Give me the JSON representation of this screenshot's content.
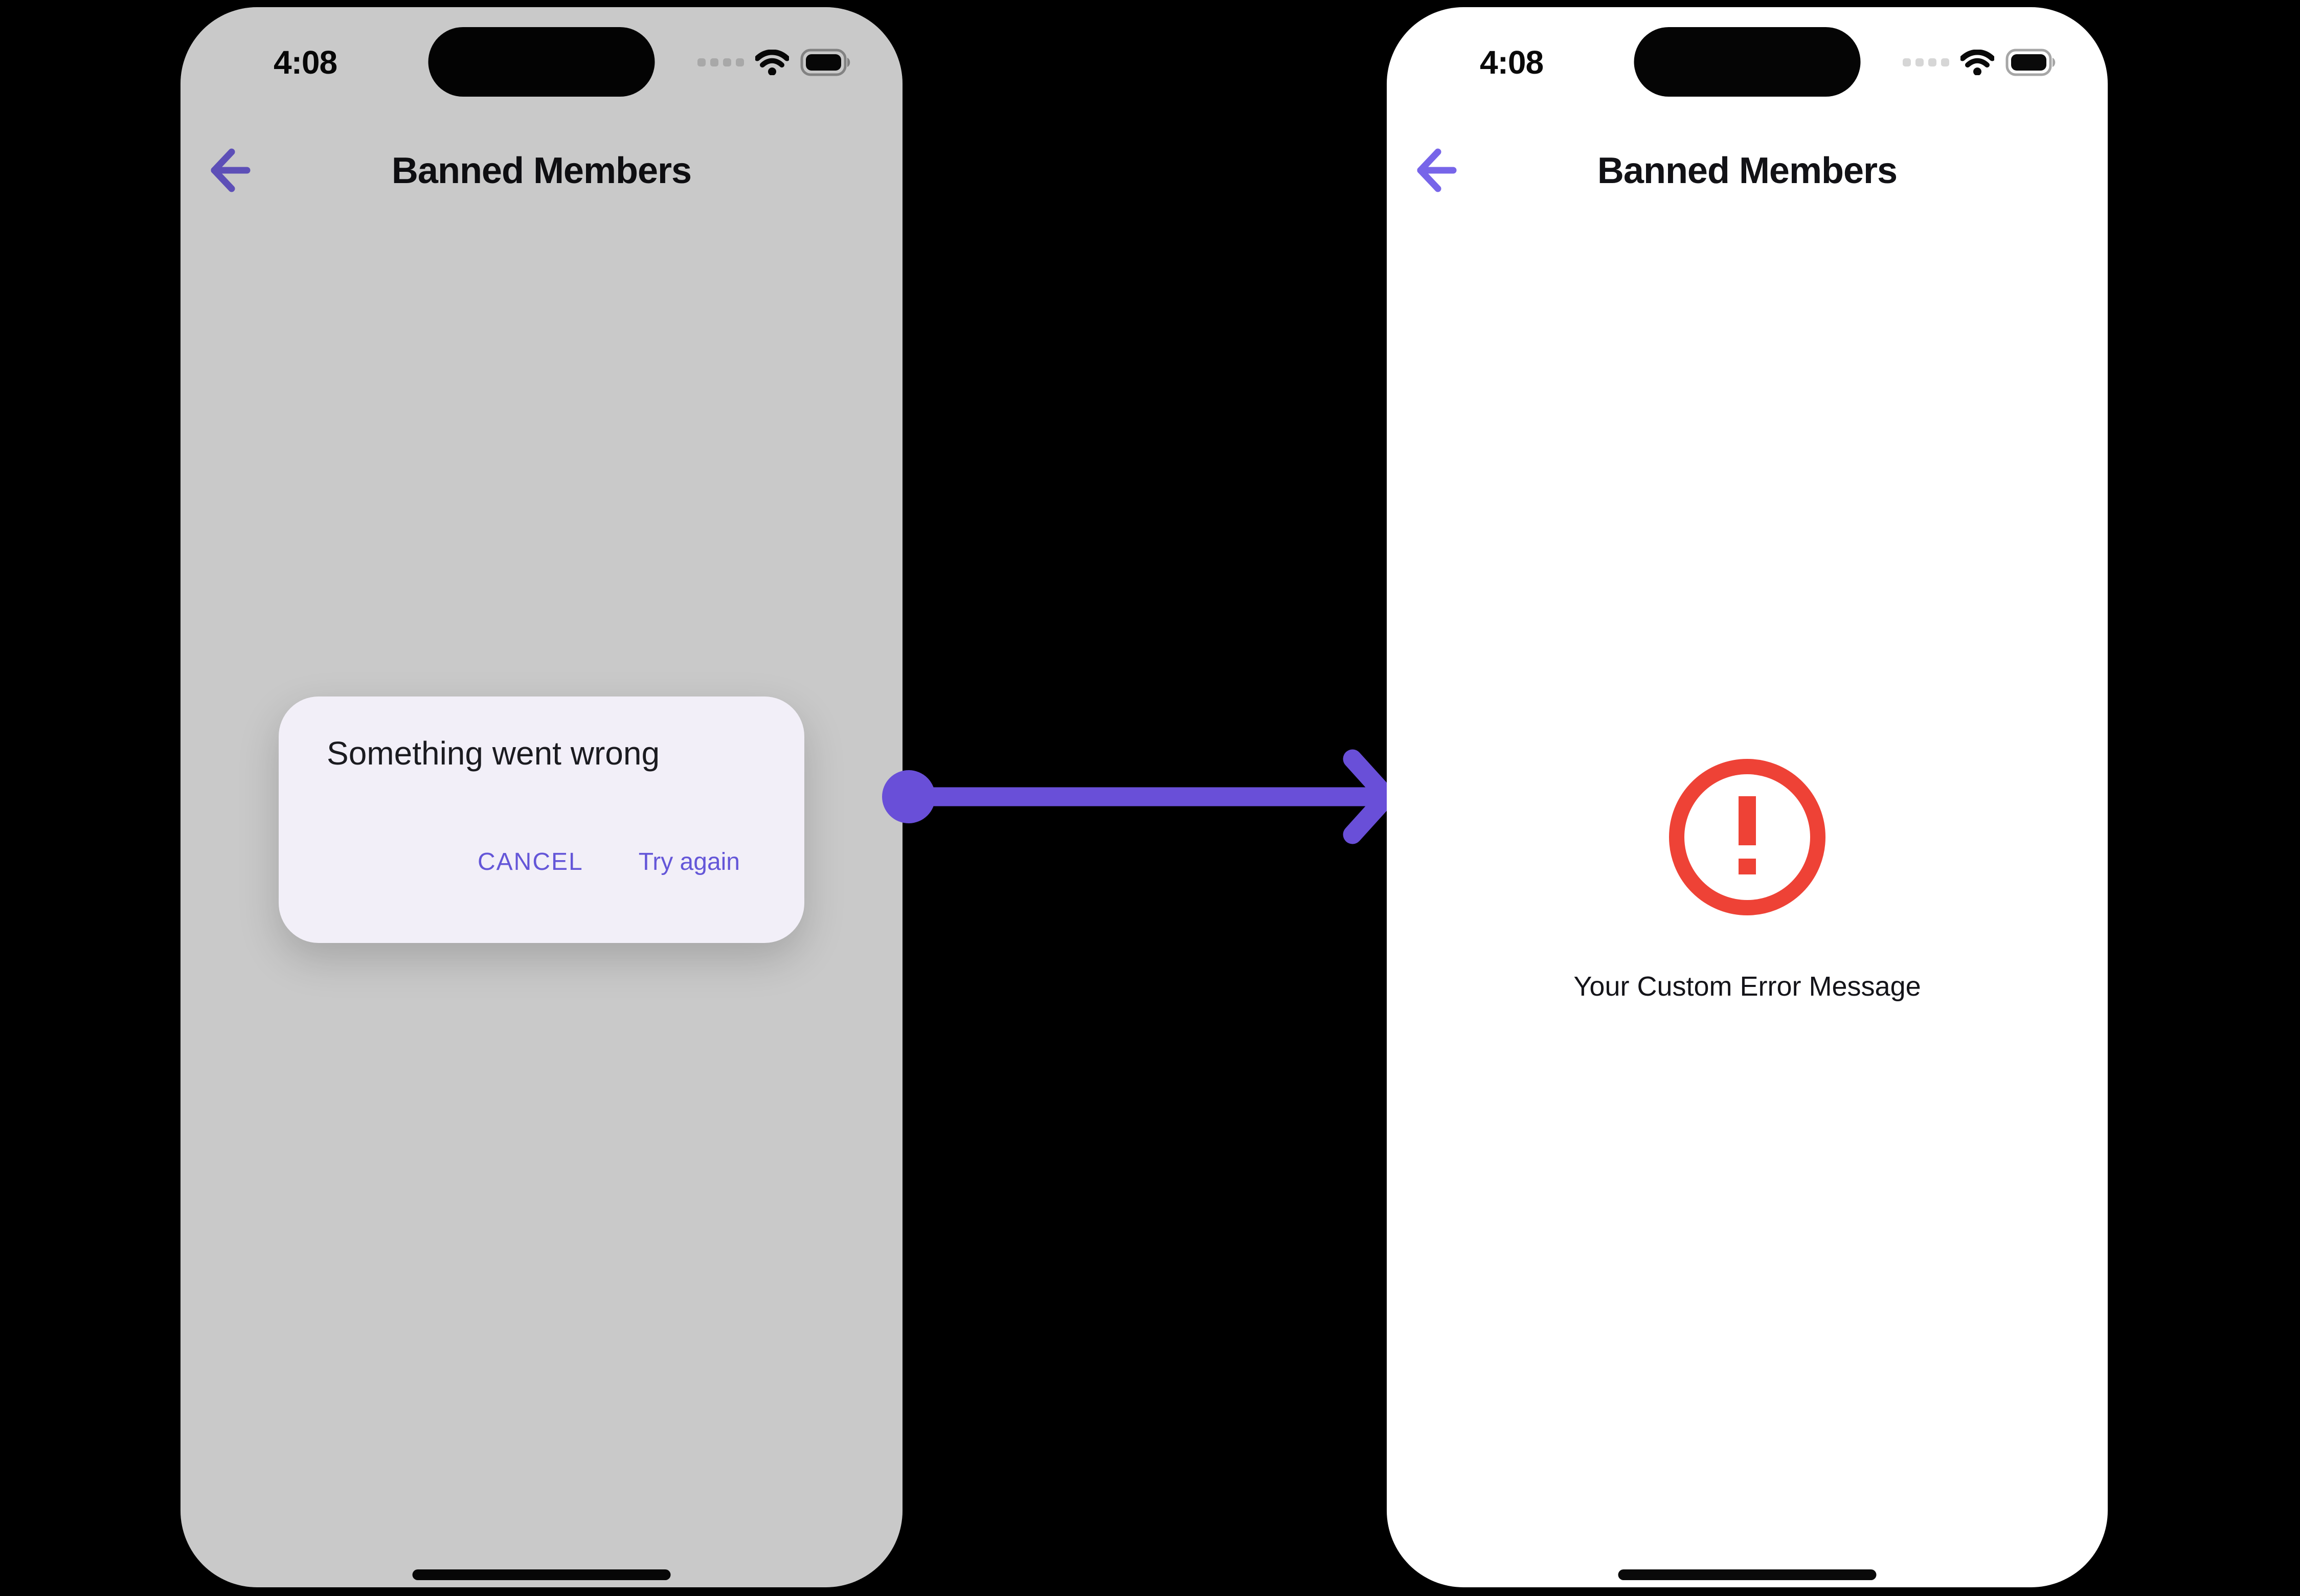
{
  "colors": {
    "page-bg": "#000000",
    "phone-bg": "#ffffff",
    "text-primary": "#121216",
    "accent": "#6a58dd",
    "back-arrow": "#7765e9",
    "connector": "#694fd8",
    "dialog-bg": "#f2eff8",
    "dialog-button": "#6456d8",
    "error-red": "#ee4236",
    "scrim": "rgba(0,0,0,0.21)",
    "cellular-dot": "#d6d6d6",
    "battery-outline": "#a6a6a6",
    "island-black": "#050505"
  },
  "left_phone": {
    "status_bar": {
      "time": "4:08"
    },
    "nav_bar": {
      "title": "Banned Members",
      "back_icon": "arrow-left-icon"
    },
    "dialog": {
      "title": "Something went wrong",
      "actions": {
        "cancel": "CANCEL",
        "try_again": "Try again"
      }
    }
  },
  "right_phone": {
    "status_bar": {
      "time": "4:08"
    },
    "nav_bar": {
      "title": "Banned Members",
      "back_icon": "arrow-left-icon"
    },
    "error_state": {
      "icon": "alert-circle-icon",
      "message": "Your Custom Error Message"
    }
  },
  "connector": {
    "icon": "arrow-right-connector"
  }
}
